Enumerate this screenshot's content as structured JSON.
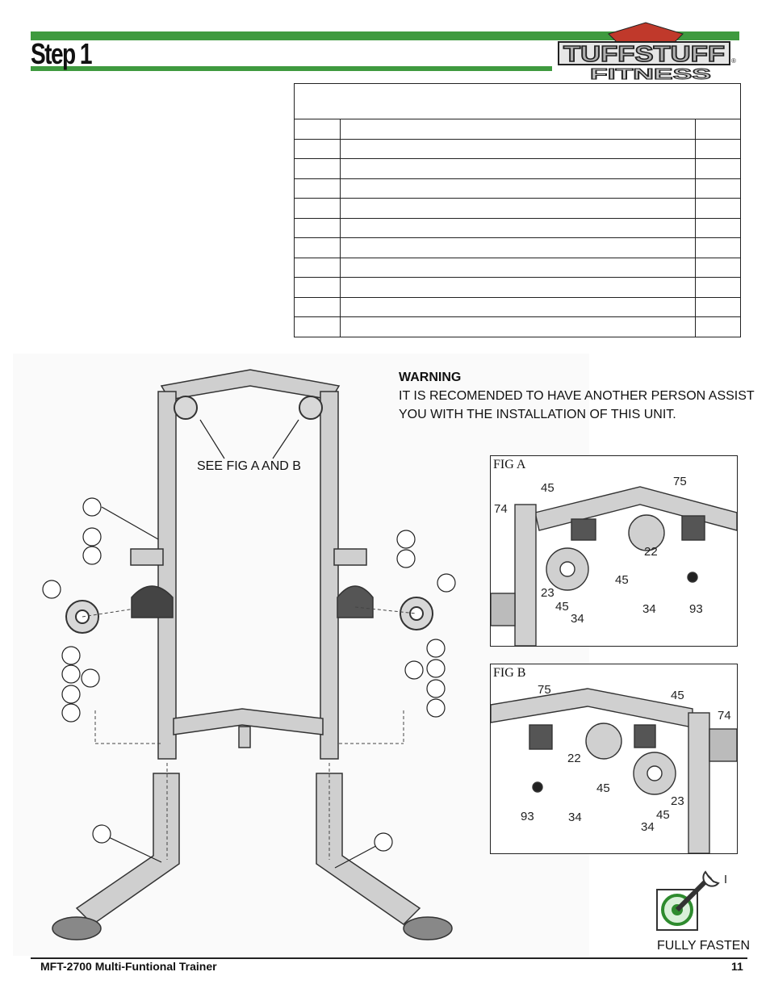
{
  "header": {
    "step_title": "Step 1",
    "logo": {
      "line1": "TUFFSTUFF",
      "line2": "FITNESS",
      "registered_mark": "®"
    }
  },
  "parts_table": {
    "row_count": 12
  },
  "warning": {
    "title": "WARNING",
    "line1": "IT IS RECOMENDED TO HAVE ANOTHER PERSON ASSIST",
    "line2": "YOU WITH THE INSTALLATION OF THIS UNIT."
  },
  "diagram": {
    "see_fig_label": "SEE FIG A AND B"
  },
  "fig_a": {
    "label": "FIG A",
    "callouts": [
      "45",
      "74",
      "75",
      "22",
      "45",
      "23",
      "45",
      "34",
      "34",
      "93"
    ]
  },
  "fig_b": {
    "label": "FIG B",
    "callouts": [
      "75",
      "45",
      "74",
      "22",
      "45",
      "93",
      "34",
      "23",
      "45",
      "34"
    ]
  },
  "fasten": {
    "label": "FULLY FASTEN"
  },
  "footer": {
    "left": "MFT-2700 Multi-Funtional Trainer",
    "page": "11"
  },
  "colors": {
    "brand_green": "#3f9a3f",
    "logo_red": "#c0392b",
    "frame_gray": "#bdbdbd"
  }
}
